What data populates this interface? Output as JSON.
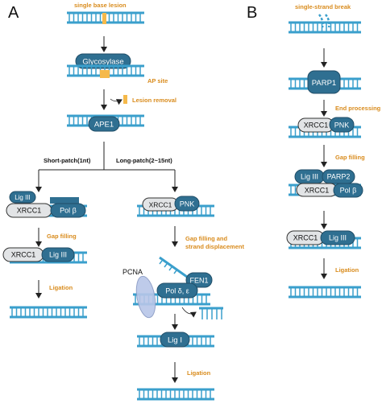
{
  "panel_labels": {
    "a": "A",
    "b": "B"
  },
  "colors": {
    "dna": "#3a9fcc",
    "protein_fill": "#2f6f91",
    "protein_stroke": "#204e68",
    "grey_fill": "#e2e4e6",
    "grey_stroke": "#333333",
    "lesion": "#f5b94a",
    "step_text": "#d98c1e",
    "pcna_fill": "#b8c6e8",
    "arrow": "#222222",
    "white": "#ffffff"
  },
  "panel_a": {
    "top_label": "single base lesion",
    "glycosylase": "Glycosylase",
    "ap_site": "AP site",
    "lesion_removal": "Lesion removal",
    "ape1": "APE1",
    "short_patch": "Short-patch(1nt)",
    "long_patch": "Long-patch(2~15nt)",
    "short": {
      "lig3": "Lig III",
      "xrcc1": "XRCC1",
      "polb": "Pol β",
      "gap_filling": "Gap filling",
      "xrcc1_b": "XRCC1",
      "lig3_b": "Lig III",
      "ligation": "Ligation"
    },
    "long": {
      "xrcc1": "XRCC1",
      "pnk": "PNK",
      "gap_filling_1": "Gap filling and",
      "gap_filling_2": "strand displacement",
      "pcna": "PCNA",
      "fen1": "FEN1",
      "pol_de": "Pol δ, ε",
      "lig1": "Lig I",
      "ligation": "Ligation"
    }
  },
  "panel_b": {
    "top_label": "single-strand break",
    "parp1": "PARP1",
    "end_processing": "End processing",
    "xrcc1": "XRCC1",
    "pnk": "PNK",
    "gap_filling": "Gap filling",
    "lig3": "Lig III",
    "parp2": "PARP2",
    "xrcc1_b": "XRCC1",
    "polb": "Pol β",
    "xrcc1_c": "XRCC1",
    "lig3_b": "Lig III",
    "ligation": "Ligation"
  }
}
